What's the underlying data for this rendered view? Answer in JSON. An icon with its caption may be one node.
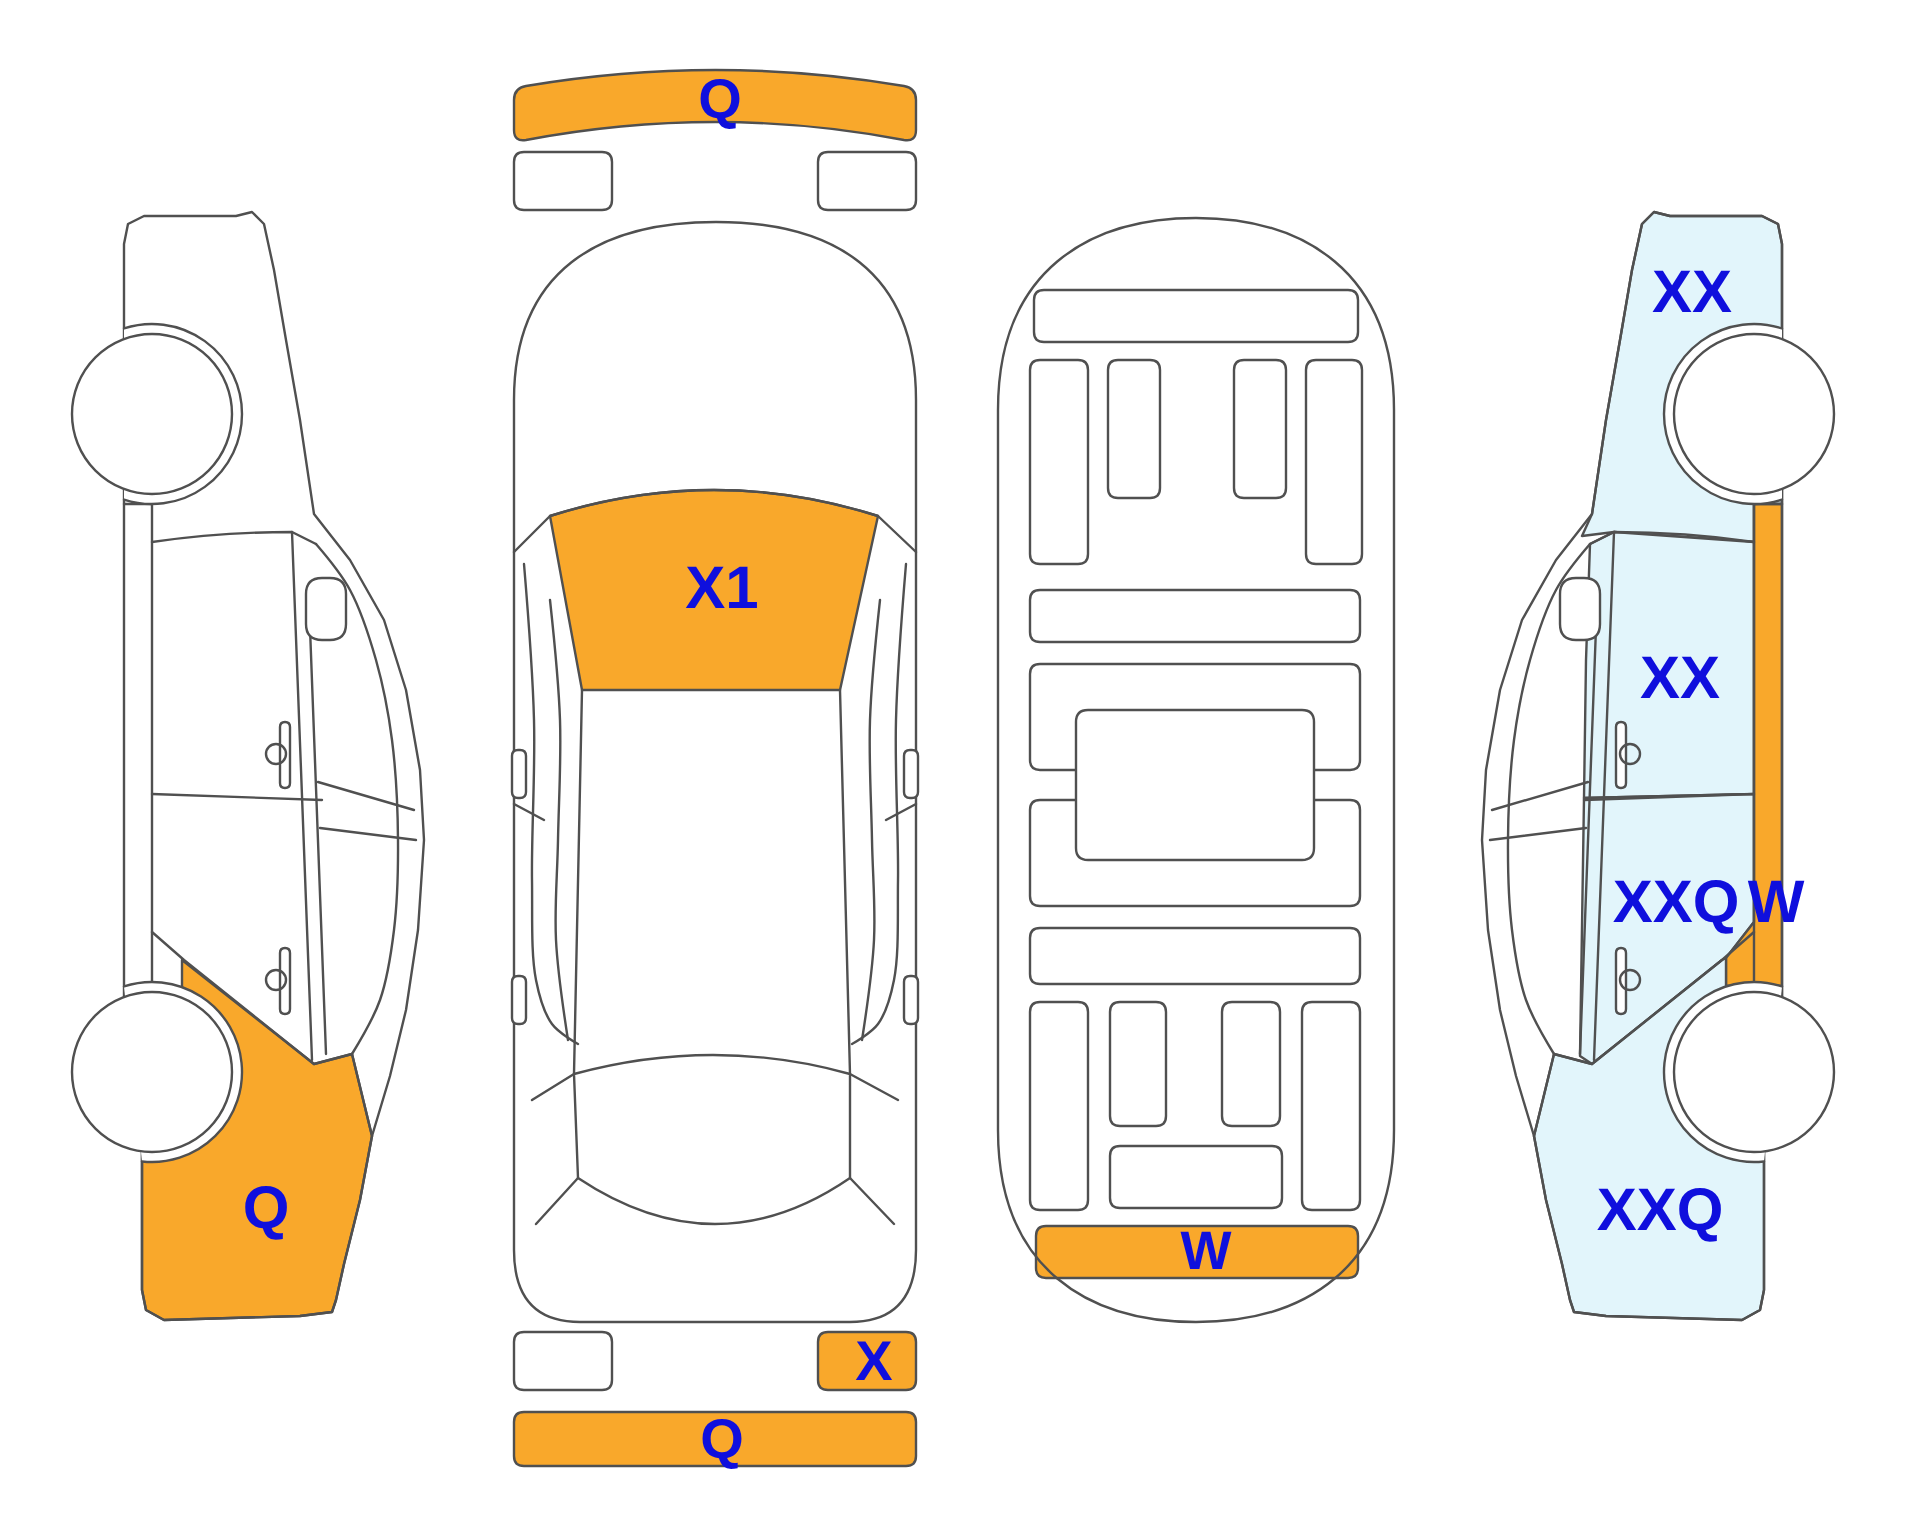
{
  "diagram": {
    "nodes": [
      {
        "text": [
          "Q"
        ]
      },
      {
        "text": [
          "Q"
        ]
      },
      {
        "text": [],
        "shape": "box"
      },
      {
        "text": [],
        "shape": "box"
      },
      {
        "text": [
          "X1"
        ]
      },
      {
        "text": [],
        "shape": "box"
      },
      {
        "text": [
          "X"
        ]
      },
      {
        "text": [
          "Q"
        ]
      },
      {
        "text": [
          "W"
        ]
      },
      {
        "text": [
          "XX"
        ]
      },
      {
        "text": [
          "XX"
        ]
      },
      {
        "text": [
          "XXQ"
        ]
      },
      {
        "text": [
          "W"
        ]
      },
      {
        "text": [
          "XXQ"
        ]
      }
    ]
  }
}
